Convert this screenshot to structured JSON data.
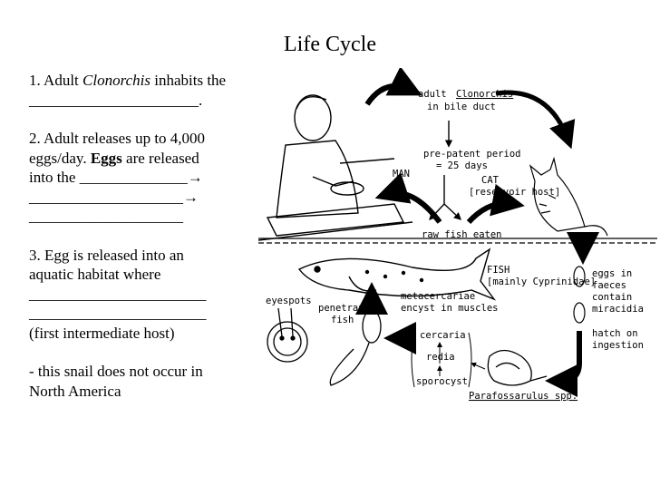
{
  "title": "Life Cycle",
  "text": {
    "item1_prefix": "1.  Adult ",
    "item1_genus": "Clonorchis",
    "item1_suffix": " inhabits the",
    "item1_blank": "______________________.",
    "item2_line1": "2.  Adult releases up to 4,000",
    "item2_line2_prefix": "eggs/day.  ",
    "item2_eggs": "Eggs",
    "item2_line2_suffix": " are released",
    "item2_line3": "into the ______________",
    "item2_line4": "____________________",
    "item2_line5": "____________________",
    "arrow": "→",
    "item3_line1": "3.  Egg is released into an",
    "item3_line2": "aquatic habitat where",
    "item3_blank1": "_______________________",
    "item3_blank2": "_______________________",
    "item3_note": "(first intermediate host)",
    "note_line1": "-  this snail does not occur in",
    "note_line2": "North America"
  },
  "diagram": {
    "adult_prefix": "adult ",
    "adult_genus": "Clonorchis",
    "bile_duct": "in bile duct",
    "prepatent1": "pre-patent period",
    "prepatent2": "= 25 days",
    "man": "MAN",
    "cat": "CAT",
    "reservoir": "[reservoir host]",
    "raw_fish": "raw fish eaten",
    "fish": "FISH",
    "cyprinidae": "[mainly Cyprinidae]",
    "eggs1": "eggs in",
    "eggs2": "faeces",
    "eggs3": "contain",
    "eggs4": "miracidia",
    "eyespots": "eyespots",
    "penetrate1": "penetrate",
    "penetrate2": "fish",
    "meta1": "metacercariae",
    "meta2": "encyst in muscles",
    "cercaria": "cercaria",
    "redia": "redia",
    "sporocyst": "sporocyst",
    "hatch1": "hatch on",
    "hatch2": "ingestion",
    "snail": "Parafossarulus spp."
  }
}
